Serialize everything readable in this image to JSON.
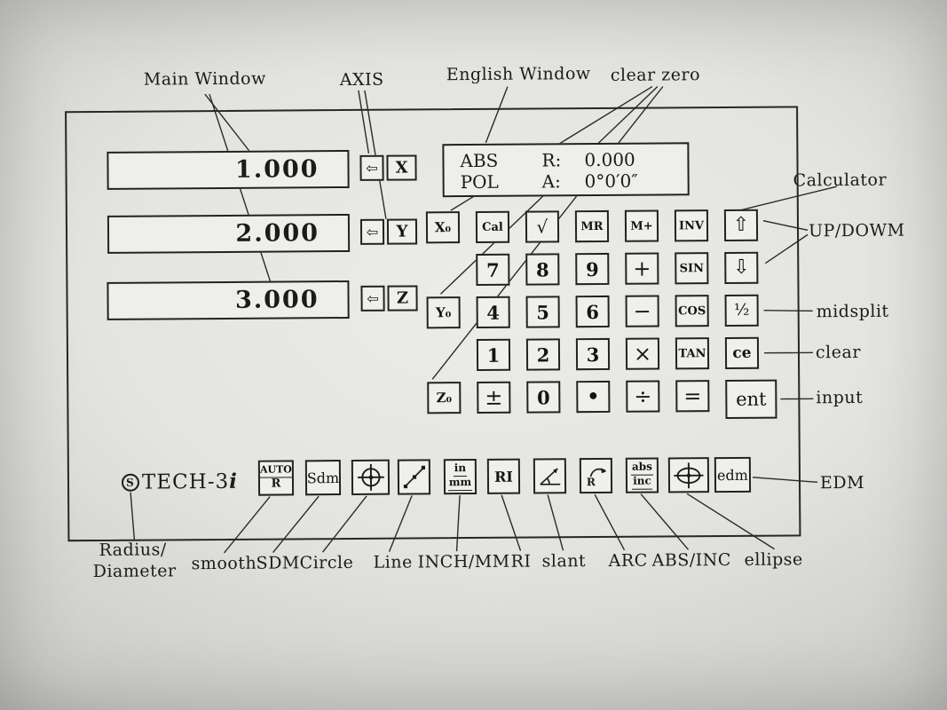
{
  "annotations": {
    "main_window": "Main Window",
    "axis": "AXIS",
    "english_window": "English Window",
    "clear_zero": "clear zero",
    "calculator": "Calculator",
    "up_down": "UP/DOWM",
    "midsplit": "midsplit",
    "clear": "clear",
    "input": "input",
    "edm": "EDM",
    "radius_diameter_line1": "Radius/",
    "radius_diameter_line2": "Diameter",
    "bottom": [
      "smooth",
      "SDM",
      "Circle",
      "Line",
      "INCH/MM",
      "RI",
      "slant",
      "ARC",
      "ABS/INC",
      "ellipse"
    ]
  },
  "panel": {
    "displays": [
      "1.000",
      "2.000",
      "3.000"
    ],
    "axes": {
      "arrow": "⇦",
      "letters": [
        "X",
        "Y",
        "Z"
      ]
    },
    "english_window": {
      "row1": {
        "mode": "ABS",
        "label": "R:",
        "value": "0.000"
      },
      "row2": {
        "mode": "POL",
        "label": "A:",
        "value": "0°0′0″"
      }
    },
    "calc": {
      "col1": [
        "X₀",
        "Y₀",
        "Z₀"
      ],
      "rows": [
        [
          "Cal",
          "√",
          "MR",
          "M+",
          "INV",
          "⇧"
        ],
        [
          "7",
          "8",
          "9",
          "+",
          "SIN",
          "⇩"
        ],
        [
          "4",
          "5",
          "6",
          "−",
          "COS",
          "½"
        ],
        [
          "1",
          "2",
          "3",
          "×",
          "TAN",
          "ce"
        ],
        [
          "±",
          "0",
          "•",
          "÷",
          "=",
          "ent"
        ]
      ]
    },
    "bottom_buttons": {
      "auto_line1": "AUTO",
      "auto_line2": "R",
      "sdm": "Sdm",
      "in": "in",
      "mm": "mm",
      "ri": "RI",
      "abs": "abs",
      "inc": "inc",
      "edm": "edm"
    },
    "brand": {
      "logo": "S",
      "prefix": "TECH-3",
      "suffix": "i"
    },
    "icons": {
      "circle_button": "circle-crosshair-icon",
      "line_button": "diagonal-line-icon",
      "slant_button": "slant-angle-icon",
      "arc_button": "arc-radius-icon",
      "ellipse_button": "ellipse-crosshair-icon"
    }
  },
  "colors": {
    "ink": "#1b1b1b",
    "paper": "#e7e7e3",
    "button_face": "#efefeb"
  }
}
